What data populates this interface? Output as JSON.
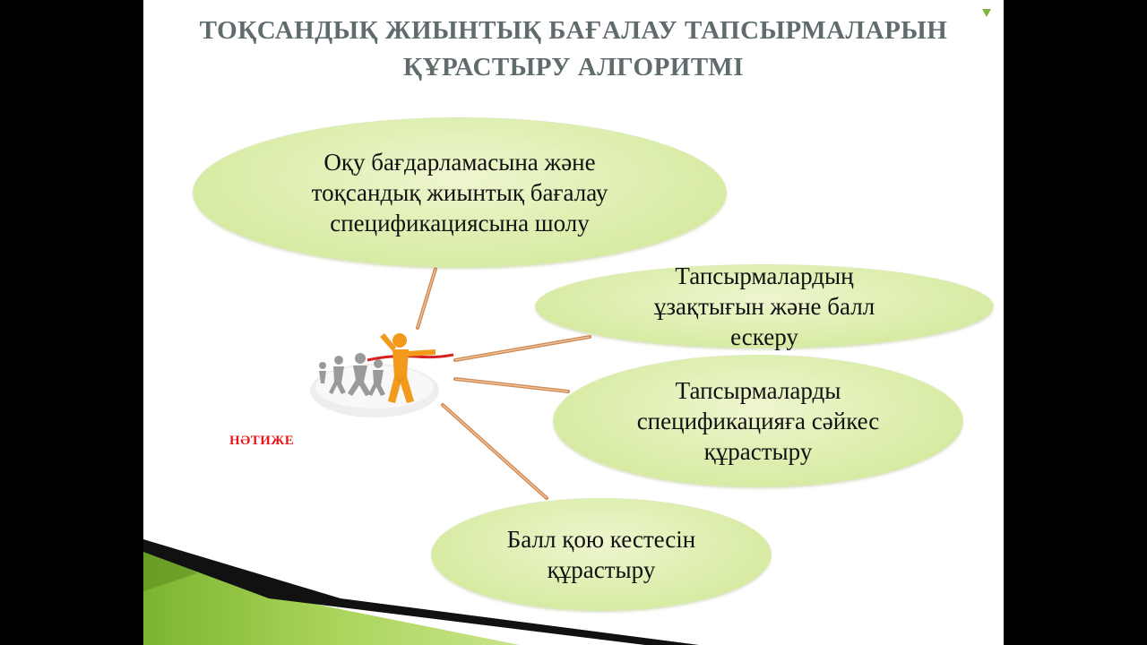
{
  "title": {
    "line1": "ТОҚСАНДЫҚ ЖИЫНТЫҚ БАҒАЛАУ ТАПСЫРМАЛАРЫН",
    "line2": "ҚҰРАСТЫРУ АЛГОРИТМІ"
  },
  "nodes": [
    {
      "lines": [
        "Оқу бағдарламасына және",
        "тоқсандық жиынтық бағалау",
        "спецификациясына шолу"
      ]
    },
    {
      "lines": [
        "Тапсырмалардың",
        "ұзақтығын және балл",
        "ескеру"
      ]
    },
    {
      "lines": [
        "Тапсырмаларды",
        "спецификацияға сәйкес",
        "құрастыру"
      ]
    },
    {
      "lines": [
        "Балл қою кестесін",
        "құрастыру"
      ]
    }
  ],
  "result_label": "НӘТИЖЕ",
  "icon": "finish-line-runners-icon",
  "colors": {
    "ellipse_fill": "#d9eca6",
    "connector": "#c8703a",
    "title": "#5f6b6d",
    "result_label": "#e8161c",
    "green_bar": "#8cc63f",
    "deco_triangle": "#7cb342"
  }
}
